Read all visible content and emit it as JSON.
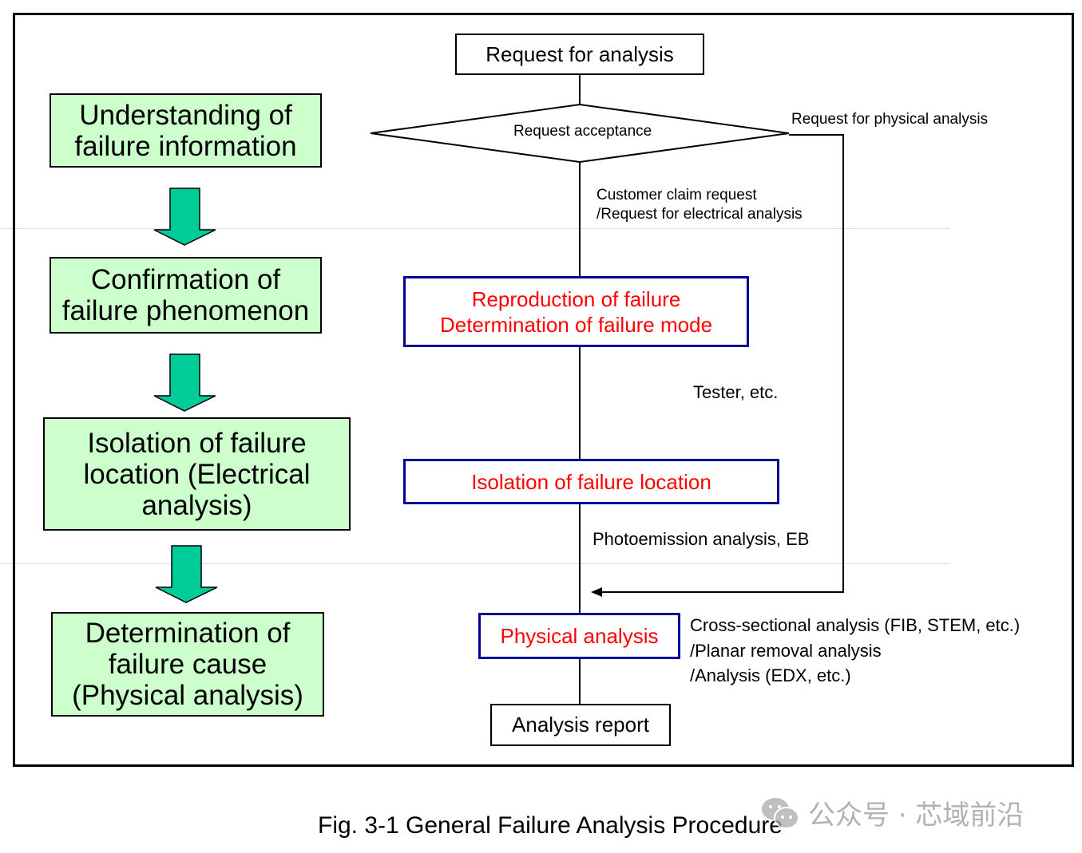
{
  "left_steps": [
    {
      "label": "Understanding of\nfailure information"
    },
    {
      "label": "Confirmation of\nfailure phenomenon"
    },
    {
      "label": "Isolation of failure\nlocation (Electrical\nanalysis)"
    },
    {
      "label": "Determination of\nfailure cause\n(Physical analysis)"
    }
  ],
  "flow": {
    "start": "Request for analysis",
    "decision": "Request acceptance",
    "branch_right": "Request for physical analysis",
    "branch_down": "Customer claim request\n/Request for electrical analysis",
    "step1": "Reproduction of failure\nDetermination of failure mode",
    "step1_note": "Tester, etc.",
    "step2": "Isolation of failure location",
    "step2_note": "Photoemission analysis, EB",
    "step3": "Physical analysis",
    "step3_note": "Cross-sectional analysis (FIB, STEM, etc.)\n/Planar removal analysis\n/Analysis (EDX, etc.)",
    "end": "Analysis report"
  },
  "caption": "Fig. 3-1 General Failure Analysis Procedure",
  "watermark": "公众号 · 芯域前沿",
  "colors": {
    "step_fill": "#ccffcc",
    "arrow_fill": "#00cc99",
    "highlight_border": "#000099",
    "highlight_text": "#ff0000"
  }
}
